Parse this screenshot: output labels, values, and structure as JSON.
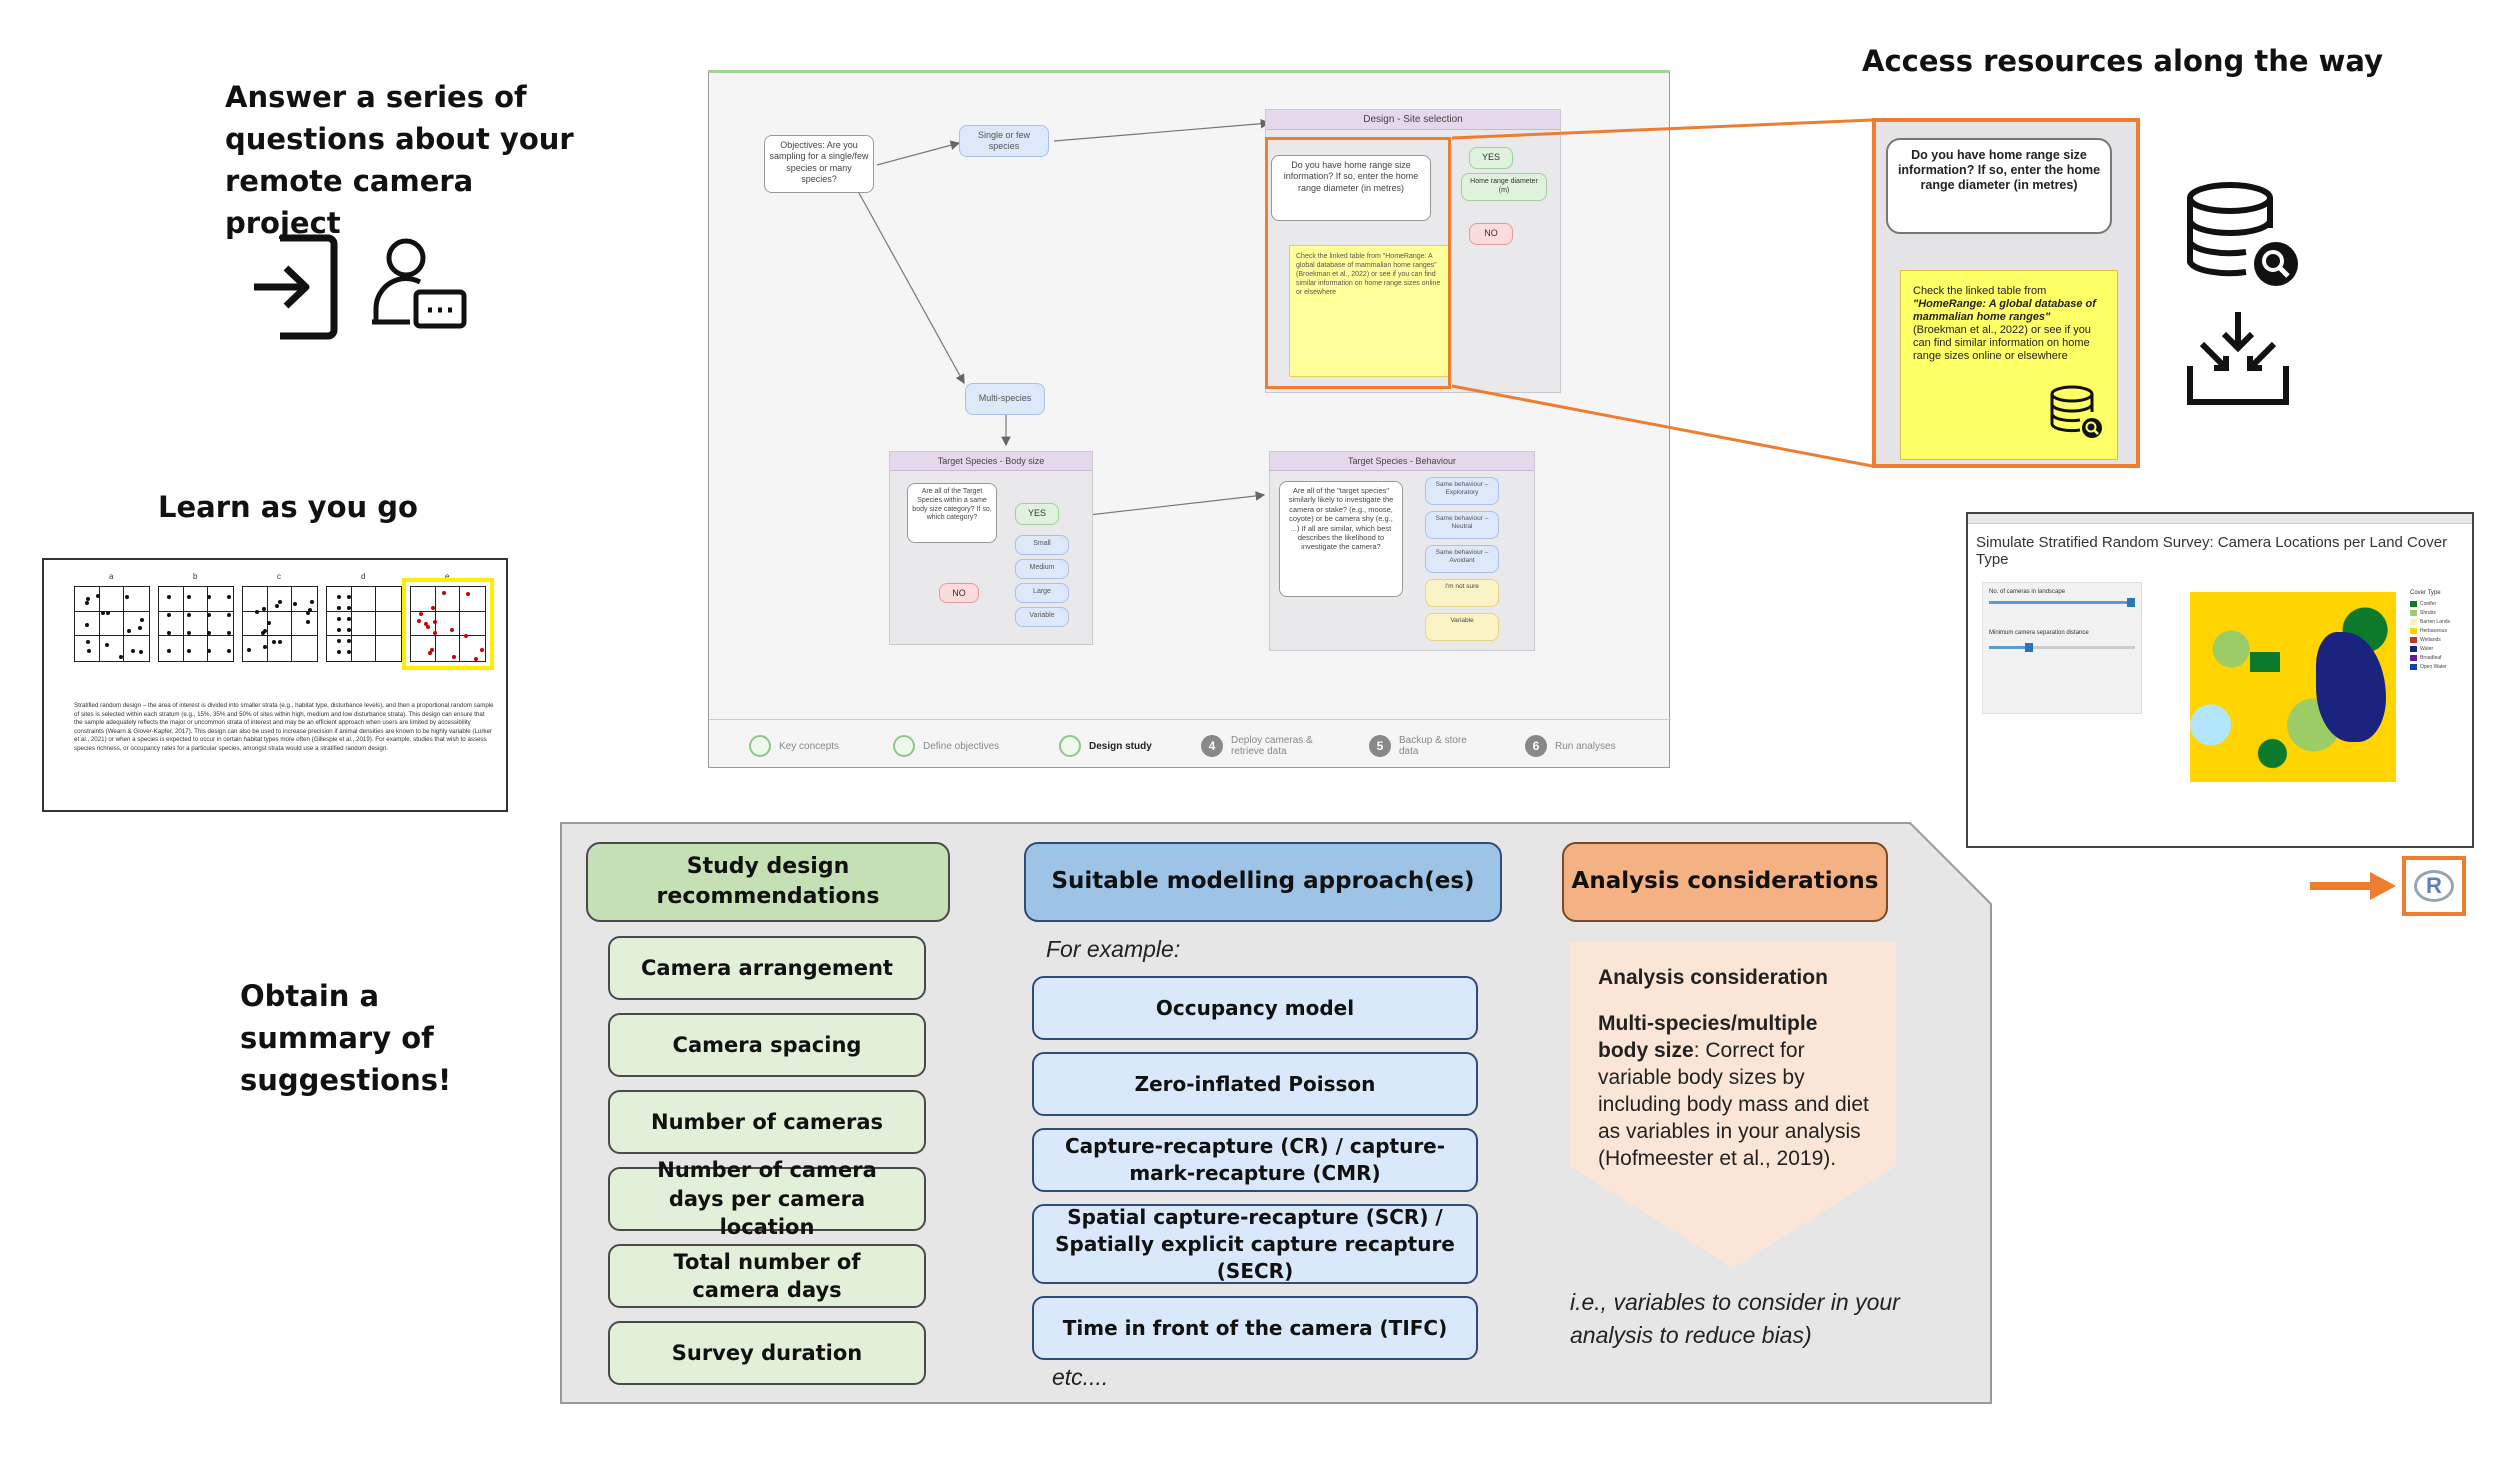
{
  "left": {
    "questions_heading": "Answer a series of questions about your remote camera project",
    "learn_heading": "Learn as you go",
    "summary_heading": "Obtain a summary of suggestions!"
  },
  "resources_heading": "Access resources along the way",
  "learn_panel": {
    "grid_letters": [
      "a",
      "b",
      "c",
      "d",
      "e"
    ],
    "caption": "Stratified random design – the area of interest is divided into smaller strata (e.g., habitat type, disturbance levels), and then a proportional random sample of sites is selected within each stratum (e.g., 15%, 35% and 50% of sites within high, medium and low disturbance strata). This design can ensure that the sample adequately reflects the major or uncommon strata of interest and may be an efficient approach when users are limited by accessibility constraints (Wearn & Glover-Kapfer, 2017). This design can also be used to increase precision if animal densities are known to be highly variable (Lurker et al., 2021) or when a species is expected to occur in certain habitat types more often (Gillespie et al., 2019). For example, studies that wish to assess species richness, or occupancy rates for a particular species, amongst strata would use a stratified random design."
  },
  "flowchart": {
    "objectives": "Objectives: Are you sampling for a single/few species or many species?",
    "single_few": "Single or few species",
    "multi": "Multi-species",
    "site_panel_title": "Design - Site selection",
    "home_range_q": "Do you have home range size information? If so, enter the home range diameter (in metres)",
    "yes": "YES",
    "no": "NO",
    "home_range_input": "Home range diameter (m)",
    "note": "Check the linked table from \"HomeRange: A global database of mammalian home ranges\" (Broekman et al., 2022) or see if you can find similar information on home range sizes online or elsewhere",
    "bodysize_title": "Target Species - Body size",
    "bodysize_q": "Are all of the Target Species within a same body size category? If so, which category?",
    "size_options": [
      "Small",
      "Medium",
      "Large",
      "Variable"
    ],
    "behaviour_title": "Target Species - Behaviour",
    "behaviour_q": "Are all of the \"target species\" similarly likely to investigate the camera or stake? (e.g., moose, coyote) or be camera shy (e.g., ...) If all are similar, which best describes the likelihood to investigate the camera?",
    "behaviour_options": [
      "Same behaviour – Exploratory",
      "Same behaviour – Neutral",
      "Same behaviour – Avoidant",
      "I'm not sure",
      "Variable"
    ],
    "steps": [
      {
        "label": "Key concepts",
        "marker": ""
      },
      {
        "label": "Define objectives",
        "marker": ""
      },
      {
        "label": "Design study",
        "marker": ""
      },
      {
        "label": "Deploy cameras & retrieve data",
        "marker": "4"
      },
      {
        "label": "Backup & store data",
        "marker": "5"
      },
      {
        "label": "Run analyses",
        "marker": "6"
      }
    ]
  },
  "zoom": {
    "question": "Do you have home range size information? If so, enter the home range diameter (in metres)",
    "note_prefix": "Check the linked table from",
    "note_bold": "\"HomeRange: A global database of mammalian home ranges\"",
    "note_suffix": "(Broekman et al., 2022) or see if you can find similar information on home range sizes online or elsewhere"
  },
  "shiny": {
    "title": "Simulate Stratified Random Survey: Camera Locations per Land Cover Type",
    "slider1_label": "No. of cameras in landscape",
    "slider2_label": "Minimum camera separation distance",
    "legend_title": "Cover Type",
    "legend_items": [
      "Conifer",
      "Shrubs",
      "Barren Lands",
      "Herbaceous",
      "Wetlands",
      "Water",
      "Broadleaf",
      "Open Water"
    ],
    "legend_colors": [
      "#0c7a2a",
      "#9ccc65",
      "#f4f1c0",
      "#ffd400",
      "#c0392b",
      "#1a237e",
      "#6a1b9a",
      "#0d47a1"
    ]
  },
  "r_logo": "R",
  "summary": {
    "rec_header": "Study design recommendations",
    "recs": [
      "Camera arrangement",
      "Camera spacing",
      "Number of cameras",
      "Number of camera days per camera location",
      "Total number of camera days",
      "Survey duration"
    ],
    "mod_header": "Suitable modelling approach(es)",
    "for_example": "For example:",
    "models": [
      "Occupancy model",
      "Zero-inflated Poisson",
      "Capture-recapture (CR) / capture-mark-recapture (CMR)",
      "Spatial capture-recapture (SCR) / Spatially explicit capture recapture (SECR)",
      "Time in front of the camera (TIFC)"
    ],
    "etc": "etc....",
    "analysis_header": "Analysis considerations",
    "analysis_title": "Analysis consideration",
    "analysis_bold": "Multi-species/multiple body size",
    "analysis_text": ": Correct for variable body sizes by including body mass and diet as variables in your analysis (Hofmeester et al., 2019).",
    "analysis_note": "i.e., variables to consider in your analysis to reduce bias)"
  },
  "colors": {
    "orange": "#ed7d31",
    "green_fill": "#e2f0d9",
    "blue_fill": "#dae8fb",
    "blue_header": "#9dc3e6",
    "orange_header": "#f4b183",
    "peach": "#fbe5d6",
    "sticky": "#ffff66",
    "panel_grey": "#e7e6e6"
  }
}
